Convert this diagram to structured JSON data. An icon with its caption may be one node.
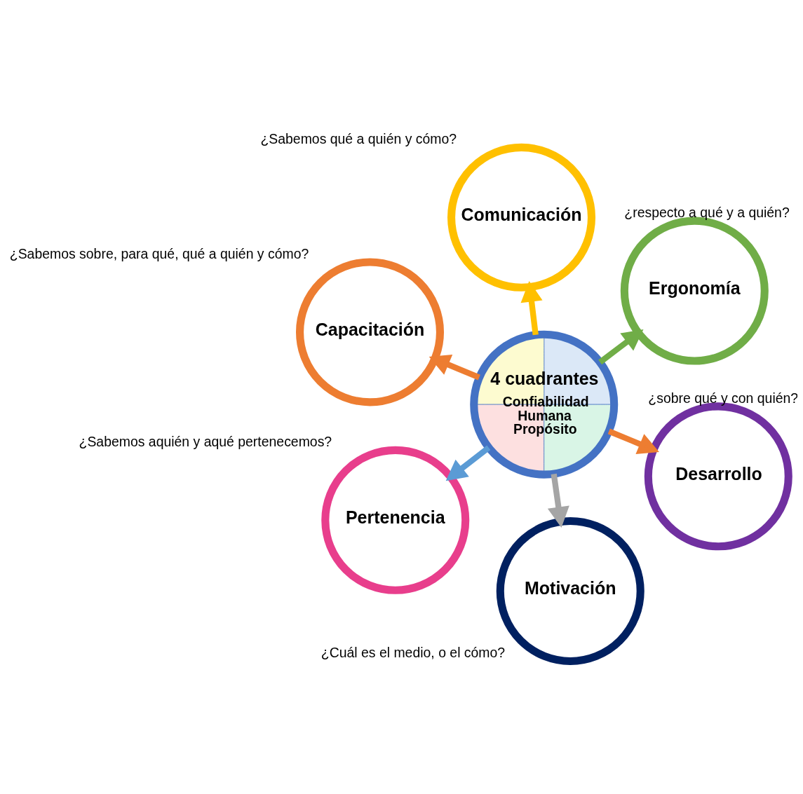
{
  "diagram": {
    "nodes": [
      {
        "text": [
          "Capacitación"
        ],
        "beside": [
          "¿Sabemos sobre, para qué, qué a quién y cómo?"
        ]
      },
      {
        "text": [
          "Desarrollo"
        ],
        "beside": [
          "¿sobre qué y con quién?"
        ]
      },
      {
        "text": [
          "Motivación"
        ],
        "beside": [
          "¿Cuál es el medio, o el cómo?"
        ]
      },
      {
        "text": [
          "4 cuadrantes",
          "Confiabilidad Humana Propósito"
        ]
      },
      {
        "text": [
          "Ergonomía"
        ],
        "beside": [
          "¿respecto a qué y a quién?"
        ]
      },
      {
        "text": [
          "Comunicación"
        ],
        "beside": [
          "¿Sabemos qué a quién y cómo?"
        ]
      },
      {
        "text": [
          "Pertenencia"
        ],
        "beside": [
          "¿Sabemos aquién y aqué pertenecemos?"
        ]
      }
    ],
    "edges": [
      {
        "from": 3,
        "to": 0,
        "arrow": "to",
        "color": "#ed7d31"
      },
      {
        "from": 3,
        "to": 1,
        "arrow": "to",
        "color": "#ed7d31"
      },
      {
        "from": 3,
        "to": 2,
        "arrow": "to",
        "color": "#a5a5a5"
      },
      {
        "from": 3,
        "to": 5,
        "arrow": "to",
        "color": "#ffc000"
      },
      {
        "from": 3,
        "to": 6,
        "arrow": "to",
        "color": "#5b9bd5"
      },
      {
        "from": 3,
        "to": 4,
        "arrow": "to",
        "color": "#70ad47"
      }
    ]
  }
}
